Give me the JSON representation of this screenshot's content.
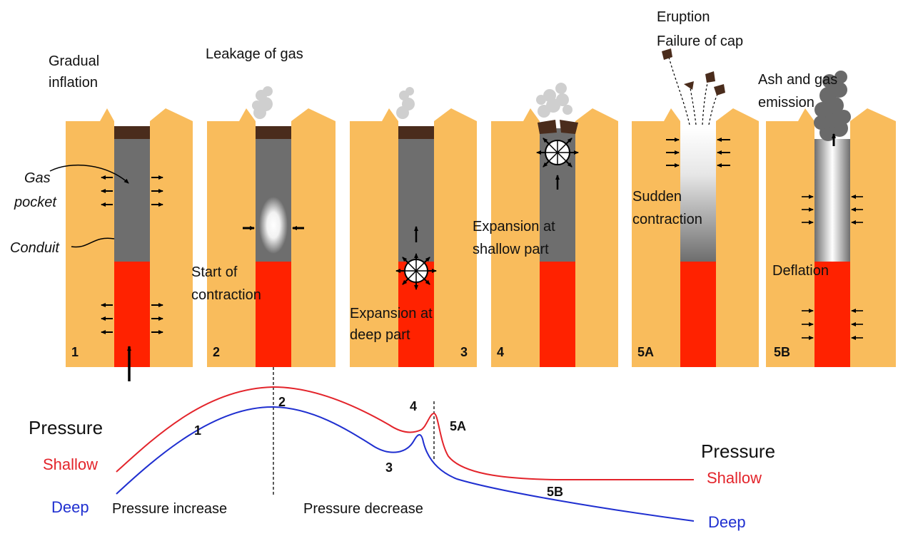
{
  "colors": {
    "rock": "#f9bc5c",
    "conduit": "#6e6e6e",
    "magma": "#ff2200",
    "cap": "#4a2c1c",
    "gas_smoke": "#cfcfcf",
    "ash_smoke": "#6a6a6a",
    "shallow": "#e3242b",
    "deep": "#1f2fd0"
  },
  "stages": [
    {
      "number": "1",
      "title": "Gradual inflation"
    },
    {
      "number": "2",
      "title": "Leakage of gas"
    },
    {
      "number": "3",
      "title": ""
    },
    {
      "number": "4",
      "title": ""
    },
    {
      "number": "5A",
      "title": "Eruption Failure of cap"
    },
    {
      "number": "5B",
      "title": "Ash and gas emission"
    }
  ],
  "labels": {
    "title_1_line1": "Gradual",
    "title_1_line2": "inflation",
    "title_2": "Leakage of gas",
    "title_5a_line1": "Eruption",
    "title_5a_line2": "Failure of cap",
    "title_5b_line1": "Ash and gas",
    "title_5b_line2": "emission",
    "gas_pocket_line1": "Gas",
    "gas_pocket_line2": "pocket",
    "conduit": "Conduit",
    "start_contraction_line1": "Start of",
    "start_contraction_line2": "contraction",
    "expansion_deep_line1": "Expansion at",
    "expansion_deep_line2": "deep part",
    "expansion_shallow_line1": "Expansion at",
    "expansion_shallow_line2": "shallow part",
    "sudden_contraction_line1": "Sudden",
    "sudden_contraction_line2": "contraction",
    "deflation": "Deflation"
  },
  "graph": {
    "pressure_left": "Pressure",
    "pressure_right": "Pressure",
    "shallow_left": "Shallow",
    "deep_left": "Deep",
    "shallow_right": "Shallow",
    "deep_right": "Deep",
    "phase_increase": "Pressure increase",
    "phase_decrease": "Pressure decrease",
    "point_labels": [
      "1",
      "2",
      "3",
      "4",
      "5A",
      "5B"
    ]
  }
}
